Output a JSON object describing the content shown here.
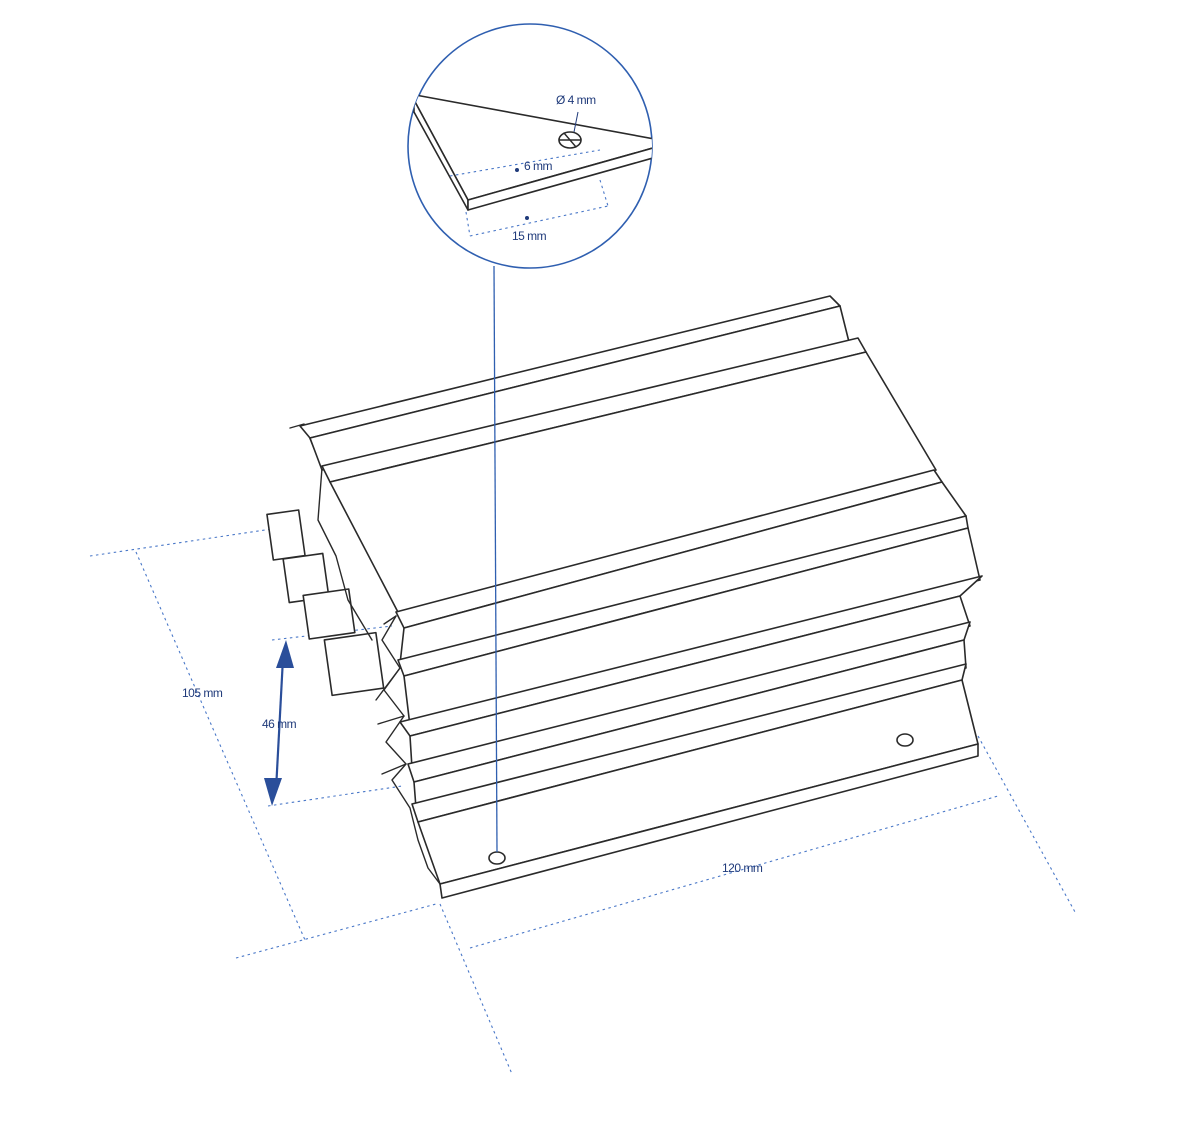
{
  "detail_callout": {
    "hole_diameter_label": "Ø 4 mm",
    "hole_edge_offset_label": "6 mm",
    "hole_end_offset_label": "15 mm"
  },
  "dimensions": {
    "depth_label": "105 mm",
    "fin_height_label": "46 mm",
    "length_label": "120 mm"
  },
  "colors": {
    "dimension_blue": "#4a78c8",
    "label_blue": "#1f3a7a",
    "arrow_blue": "#2a4e9a",
    "outline": "#2a2a2a"
  }
}
